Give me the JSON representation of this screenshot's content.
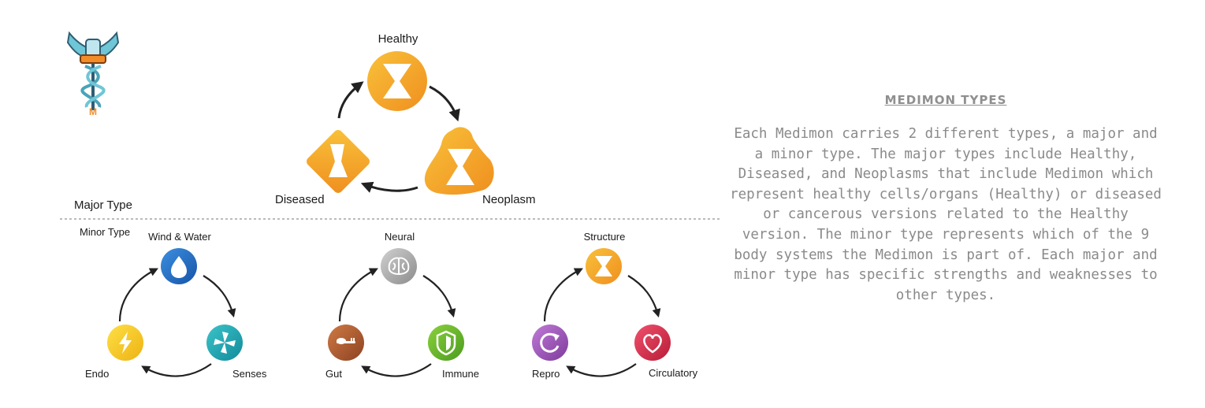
{
  "major": {
    "section_label": "Major Type",
    "nodes": [
      {
        "key": "healthy",
        "label": "Healthy",
        "icon": "hourglass-circle-icon"
      },
      {
        "key": "neoplasm",
        "label": "Neoplasm",
        "icon": "hourglass-blob-icon"
      },
      {
        "key": "diseased",
        "label": "Diseased",
        "icon": "hourglass-diamond-icon"
      }
    ],
    "color": "#f5a623"
  },
  "minor": {
    "section_label": "Minor Type",
    "cycles": [
      {
        "nodes": [
          {
            "key": "wind",
            "label": "Wind & Water",
            "icon": "water-drop-icon",
            "color": "#1f6fc4"
          },
          {
            "key": "senses",
            "label": "Senses",
            "icon": "pinwheel-icon",
            "color": "#1aa3b0"
          },
          {
            "key": "endo",
            "label": "Endo",
            "icon": "lightning-icon",
            "color": "#f2c21b"
          }
        ]
      },
      {
        "nodes": [
          {
            "key": "neural",
            "label": "Neural",
            "icon": "brain-icon",
            "color": "#a3a3a3"
          },
          {
            "key": "immune",
            "label": "Immune",
            "icon": "shield-icon",
            "color": "#6bb32e"
          },
          {
            "key": "gut",
            "label": "Gut",
            "icon": "fork-spoon-icon",
            "color": "#a85a2e"
          }
        ]
      },
      {
        "nodes": [
          {
            "key": "structure",
            "label": "Structure",
            "icon": "hourglass-circle-icon",
            "color": "#f5a623"
          },
          {
            "key": "circulatory",
            "label": "Circulatory",
            "icon": "heart-icon",
            "color": "#d42a47"
          },
          {
            "key": "repro",
            "label": "Repro",
            "icon": "cycle-arrow-icon",
            "color": "#9b4fb2"
          }
        ]
      }
    ]
  },
  "logo": {
    "icon": "caduceus-icon",
    "letter": "M"
  },
  "panel": {
    "title": "MEDIMON TYPES",
    "body": "Each Medimon carries 2 different types, a major and a minor type. The major types include Healthy, Diseased, and Neoplasms that include Medimon which represent healthy cells/organs (Healthy) or diseased or cancerous versions related to the Healthy version. The minor type represents which of the 9 body systems the Medimon is part of. Each major and minor type has specific strengths and weaknesses to other types."
  }
}
